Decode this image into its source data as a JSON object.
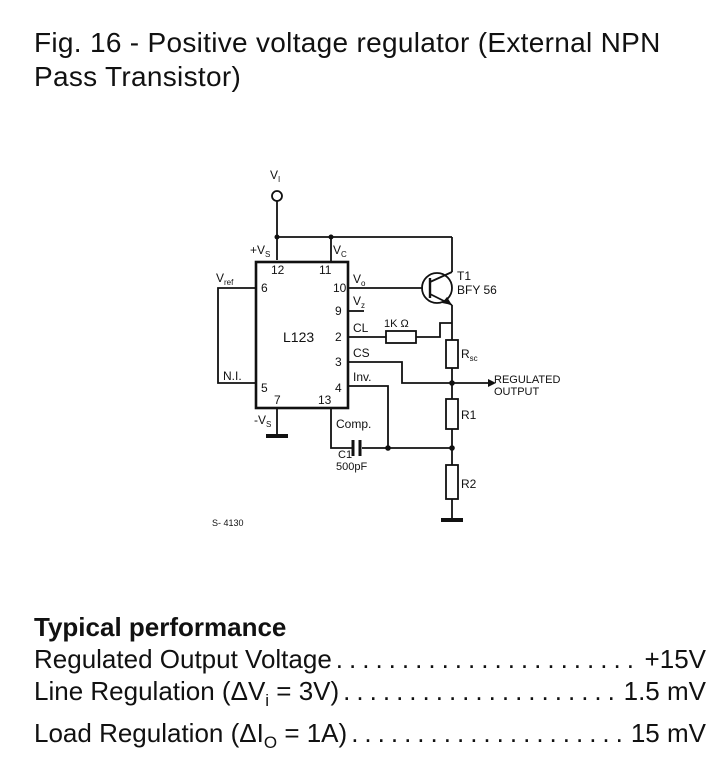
{
  "figure": {
    "title": "Fig. 16 - Positive voltage regulator (External NPN Pass Transistor)",
    "drawing_code": "S- 4130"
  },
  "schematic": {
    "input_label": "V",
    "input_sub": "I",
    "ic_name": "L123",
    "supply_pos_label": "+V",
    "supply_pos_sub": "S",
    "supply_neg_label": "-V",
    "supply_neg_sub": "S",
    "vc_label": "V",
    "vc_sub": "C",
    "vref_label": "V",
    "vref_sub": "ref",
    "ni_label": "N.I.",
    "vo_label": "V",
    "vo_sub": "o",
    "vz_label": "V",
    "vz_sub": "z",
    "cl_label": "CL",
    "cs_label": "CS",
    "inv_label": "Inv.",
    "comp_label": "Comp.",
    "pins": {
      "p12": "12",
      "p11": "11",
      "p6": "6",
      "p10": "10",
      "p9": "9",
      "p2": "2",
      "p3": "3",
      "p5": "5",
      "p4": "4",
      "p7": "7",
      "p13": "13"
    },
    "transistor_ref": "T1",
    "transistor_part": "BFY 56",
    "resistor_1k": "1K Ω",
    "rsc_label": "R",
    "rsc_sub": "sc",
    "r1_label": "R1",
    "r2_label": "R2",
    "cap_ref": "C1",
    "cap_value": "500pF",
    "output_line1": "REGULATED",
    "output_line2": "OUTPUT"
  },
  "performance": {
    "heading": "Typical performance",
    "rows": [
      {
        "label": "Regulated Output Voltage",
        "value": "+15V"
      },
      {
        "label_pre": "Line Regulation (ΔV",
        "label_sub": "i",
        "label_post": " = 3V)",
        "value": "1.5 mV"
      },
      {
        "label_pre": "Load Regulation (ΔI",
        "label_sub": "O",
        "label_post": " = 1A)",
        "value": "15 mV"
      }
    ]
  }
}
